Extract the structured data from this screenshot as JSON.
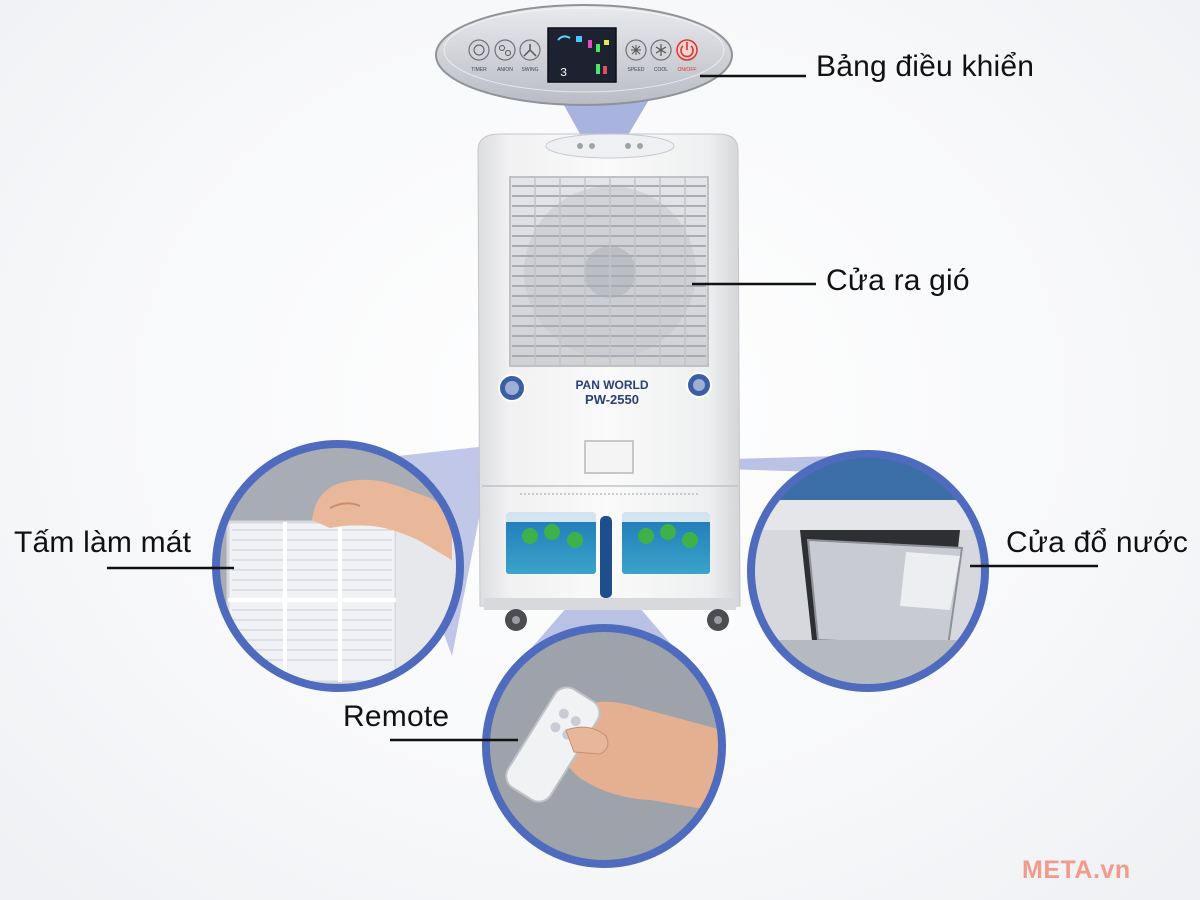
{
  "callouts": {
    "control_panel": "Bảng điều khiển",
    "air_outlet": "Cửa ra gió",
    "cooling_pad": "Tấm làm mát",
    "water_door": "Cửa đổ nước",
    "remote": "Remote"
  },
  "product": {
    "brand": "PAN WORLD",
    "model": "PW-2550"
  },
  "control_panel_buttons": {
    "timer": "TIMER",
    "anion": "ANION",
    "swing": "SWING",
    "speed": "SPEED",
    "cool": "COOL",
    "onoff": "ON/OFF"
  },
  "display_readout": "3",
  "watermark": "META.vn",
  "colors": {
    "circle_border": "#4f6bbd",
    "beam": "#8e9bd6",
    "power_button": "#e0322c",
    "label_text": "#111111",
    "watermark": "#f29b8c"
  }
}
